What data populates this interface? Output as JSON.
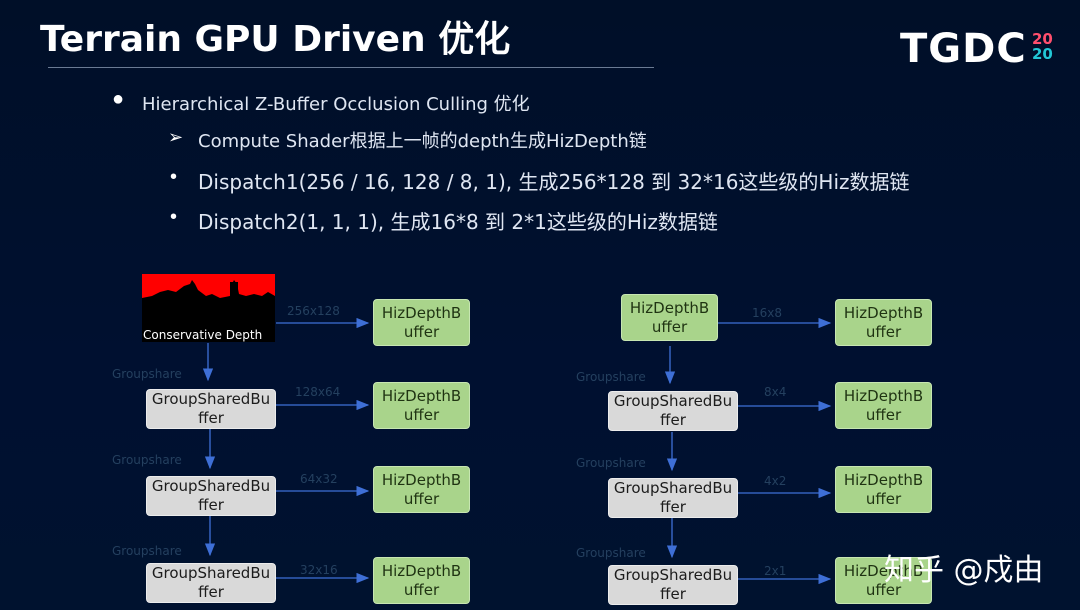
{
  "slide": {
    "title": "Terrain GPU Driven 优化",
    "logo": {
      "text": "TGDC",
      "year_top": "20",
      "year_bottom": "20"
    }
  },
  "bullets": {
    "main": "Hierarchical Z-Buffer Occlusion Culling 优化",
    "sub": [
      "Compute Shader根据上一帧的depth生成HizDepth链",
      "Dispatch1(256 / 16, 128 / 8, 1), 生成256*128 到 32*16这些级的Hiz数据链",
      "Dispatch2(1, 1, 1),  生成16*8 到 2*1这些级的Hiz数据链"
    ],
    "markers": {
      "main": "●",
      "first_sub": "➢",
      "other_sub": "•"
    }
  },
  "diagram": {
    "left": {
      "source": "Conservative Depth",
      "shared": [
        "GroupSharedBu\nffer",
        "GroupSharedBu\nffer",
        "GroupSharedBu\nffer"
      ],
      "outputs": [
        "HizDepthB\nuffer",
        "HizDepthB\nuffer",
        "HizDepthB\nuffer",
        "HizDepthB\nuffer"
      ],
      "edge_labels": [
        "256x128",
        "128x64",
        "64x32",
        "32x16"
      ],
      "down_labels": [
        "Groupshare",
        "Groupshare",
        "Groupshare"
      ]
    },
    "right": {
      "source": "HizDepthB\nuffer",
      "shared": [
        "GroupSharedBu\nffer",
        "GroupSharedBu\nffer",
        "GroupSharedBu\nffer"
      ],
      "outputs": [
        "HizDepthB\nuffer",
        "HizDepthB\nuffer",
        "HizDepthB\nuffer",
        "HizDepthB\nuffer"
      ],
      "edge_labels": [
        "16x8",
        "8x4",
        "4x2",
        "2x1"
      ],
      "down_labels": [
        "Groupshare",
        "Groupshare",
        "Groupshare"
      ]
    }
  },
  "watermark": "知乎 @戍由",
  "colors": {
    "background": "#000f28",
    "node_green": "#a9d48b",
    "node_gray": "#d9d9d9",
    "arrow_blue": "#3e6fd6",
    "depth_red": "#ff0000"
  }
}
